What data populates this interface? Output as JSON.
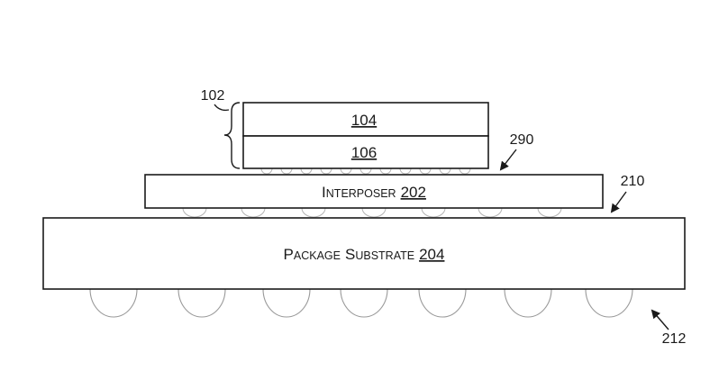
{
  "refs": {
    "die_stack": "102",
    "underfill_gap": "290",
    "interposer_gap": "210",
    "solder_balls": "212"
  },
  "dies": {
    "top": "104",
    "bottom": "106"
  },
  "interposer": {
    "first_letter": "I",
    "rest": "NTERPOSER",
    "number": "202"
  },
  "package_substrate": {
    "word1_first": "P",
    "word1_rest": "ACKAGE",
    "word2_first": "S",
    "word2_rest": "UBSTRATE",
    "number": "204"
  }
}
